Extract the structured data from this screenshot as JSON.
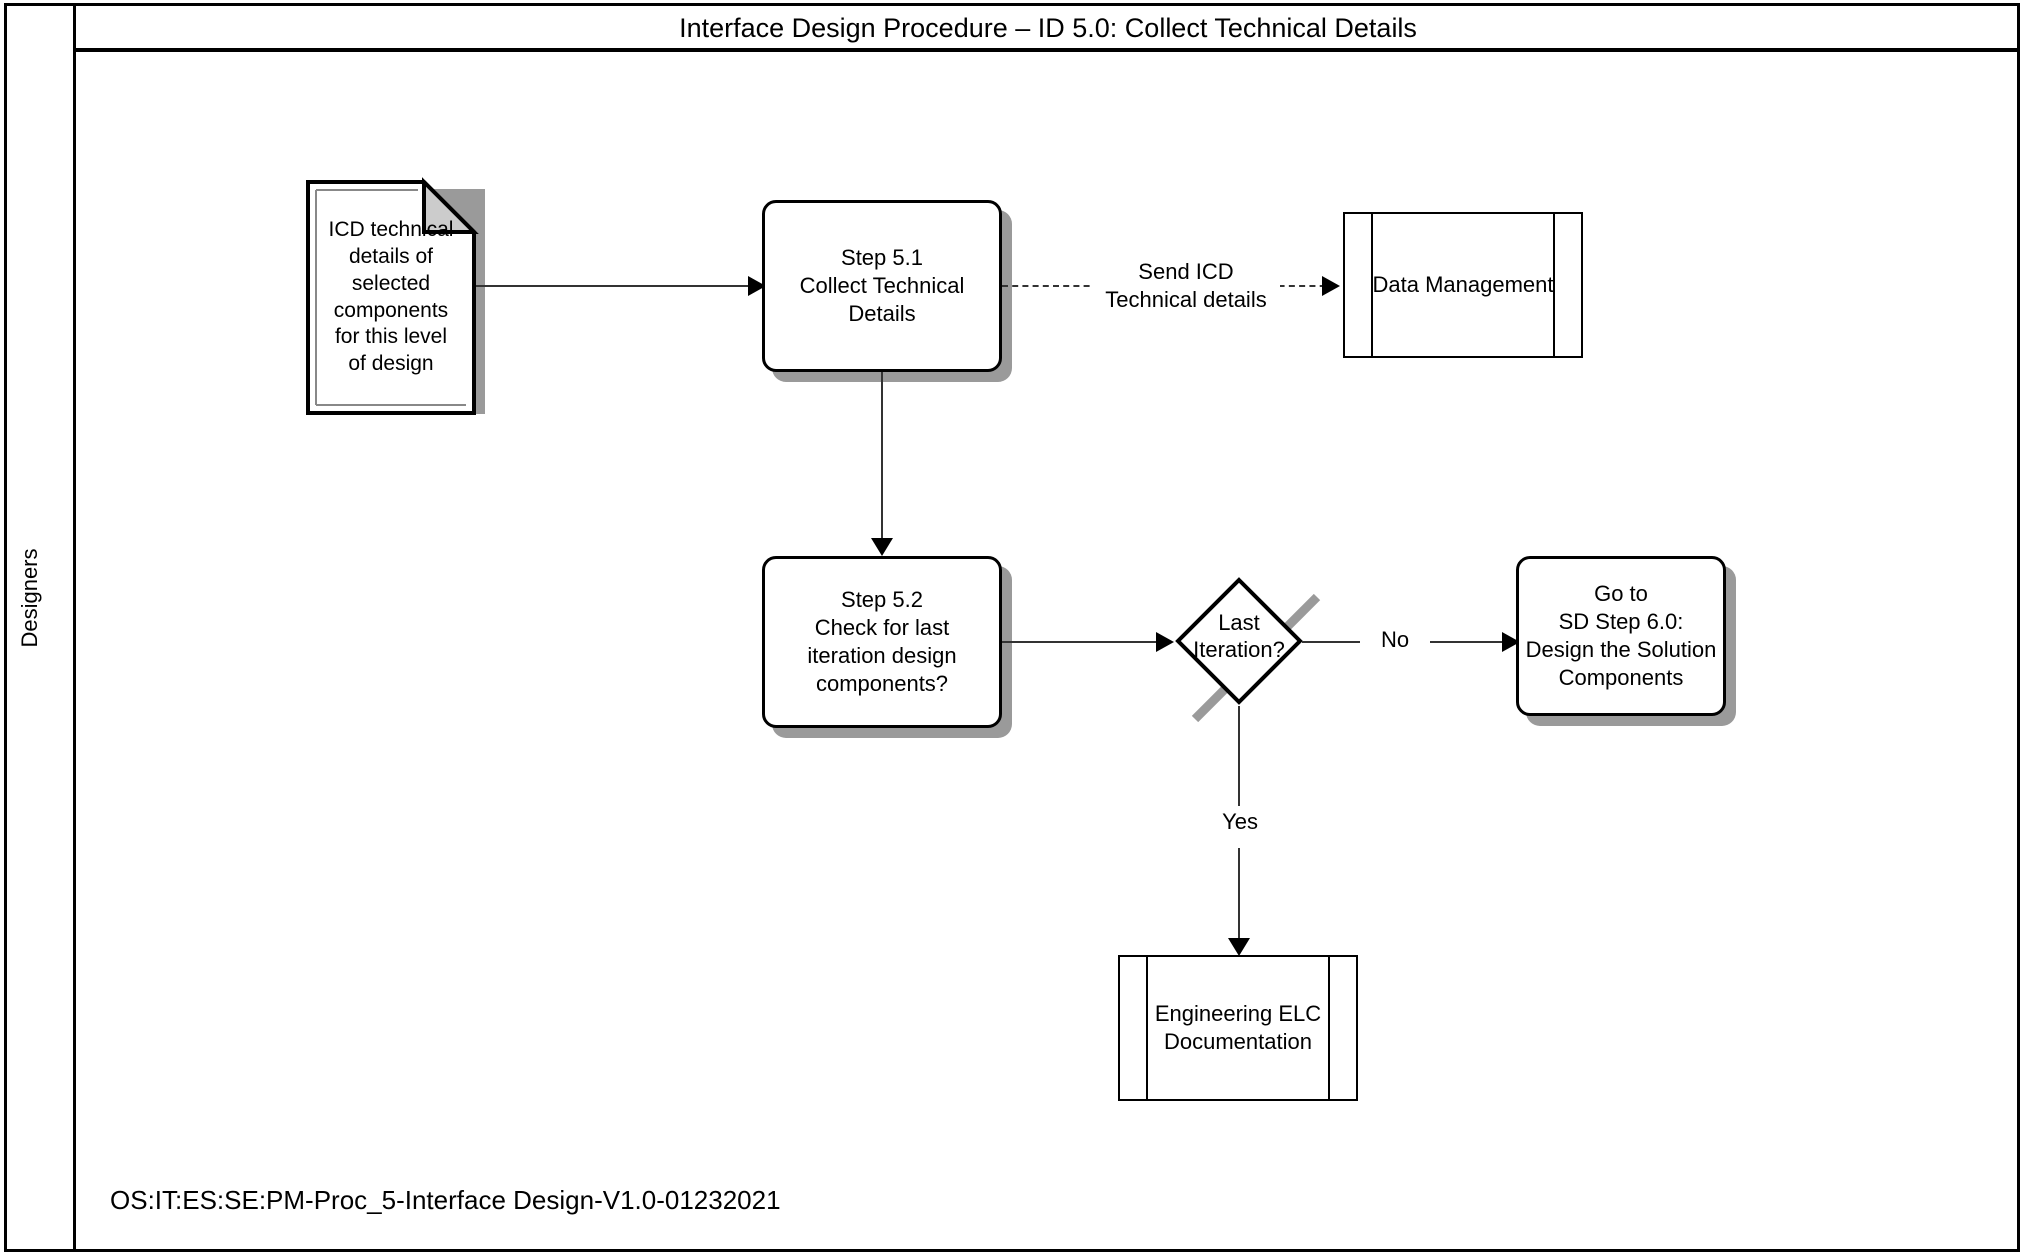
{
  "page": {
    "title": "Interface Design Procedure – ID 5.0: Collect Technical Details",
    "lane_label": "Designers",
    "footer": "OS:IT:ES:SE:PM-Proc_5-Interface Design-V1.0-01232021",
    "colors": {
      "stroke": "#000000",
      "shadow": "#9a9a9a",
      "connector": "#333333",
      "fold_fill": "#cccccc",
      "background": "#ffffff"
    }
  },
  "nodes": {
    "icd_document": {
      "label": "ICD technical\ndetails of\nselected\ncomponents\nfor this level\nof design",
      "shape": "document"
    },
    "step_51": {
      "label": "Step 5.1\nCollect Technical\nDetails",
      "shape": "process"
    },
    "data_management": {
      "label": "Data Management",
      "shape": "predefined-process"
    },
    "step_52": {
      "label": "Step 5.2\nCheck for last\niteration design\ncomponents?",
      "shape": "process"
    },
    "last_iteration_decision": {
      "label": "Last\nIteration?",
      "shape": "decision"
    },
    "go_to_sd_step_60": {
      "label": "Go to\nSD Step 6.0:\nDesign the Solution\nComponents",
      "shape": "process"
    },
    "engineering_elc_doc": {
      "label": "Engineering ELC\nDocumentation",
      "shape": "predefined-process"
    }
  },
  "edges": {
    "send_icd": {
      "label": "Send ICD\nTechnical details",
      "style": "dashed"
    },
    "no_branch": {
      "label": "No",
      "style": "solid"
    },
    "yes_branch": {
      "label": "Yes",
      "style": "solid"
    }
  }
}
